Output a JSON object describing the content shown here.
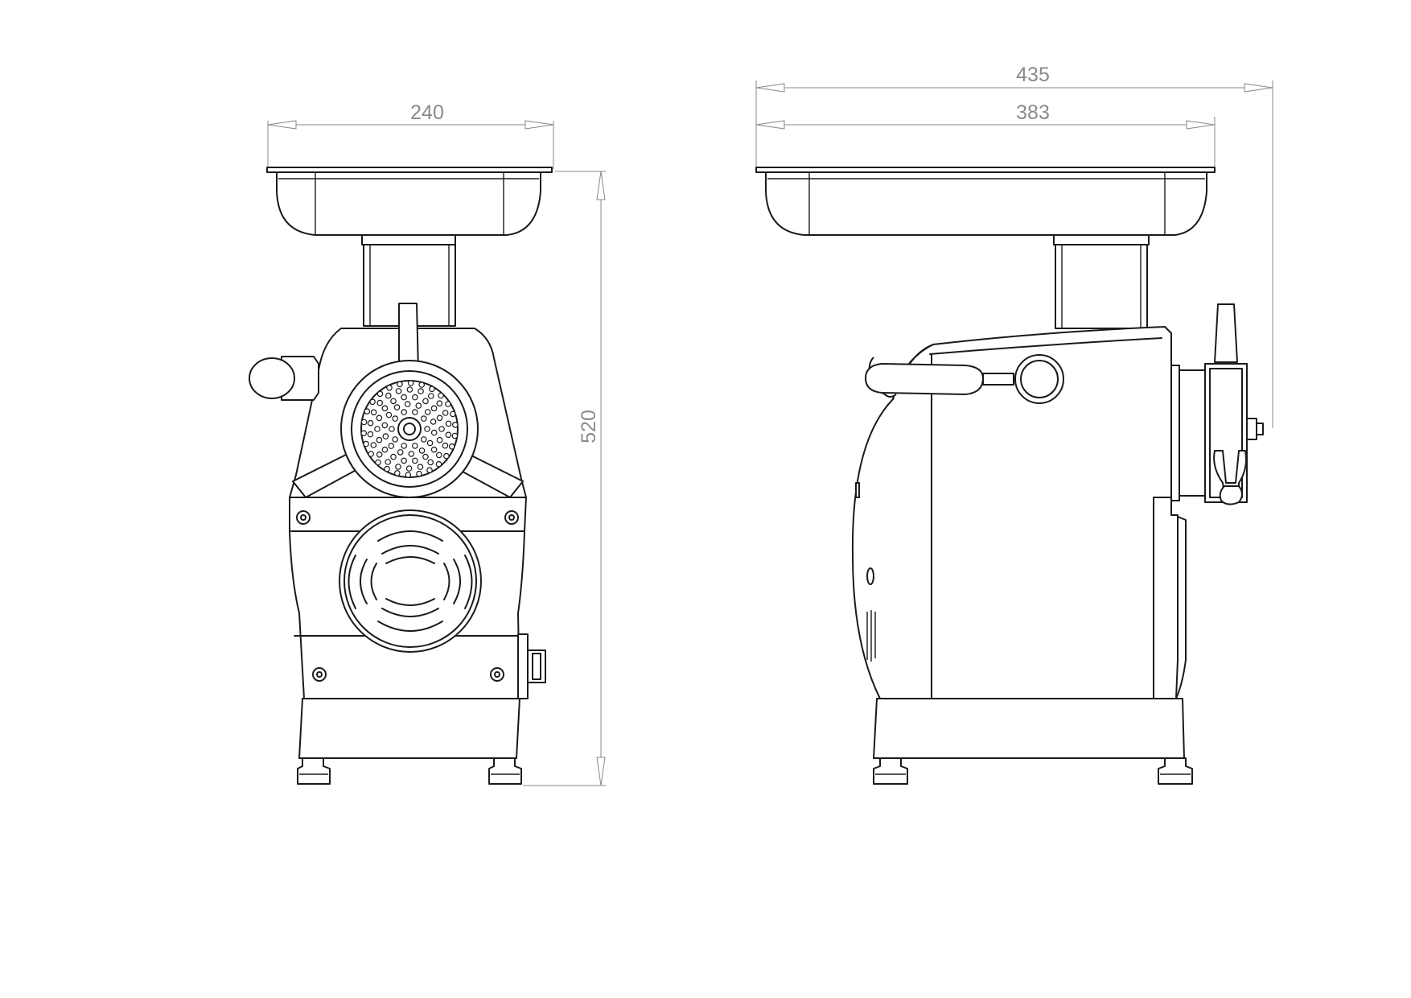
{
  "dimensions": {
    "front_width": "240",
    "overall_height": "520",
    "side_overall_depth": "435",
    "side_tray_depth": "383"
  },
  "colors": {
    "line": "#1a1a1a",
    "dimension": "#8a8a8a",
    "background": "#ffffff"
  }
}
